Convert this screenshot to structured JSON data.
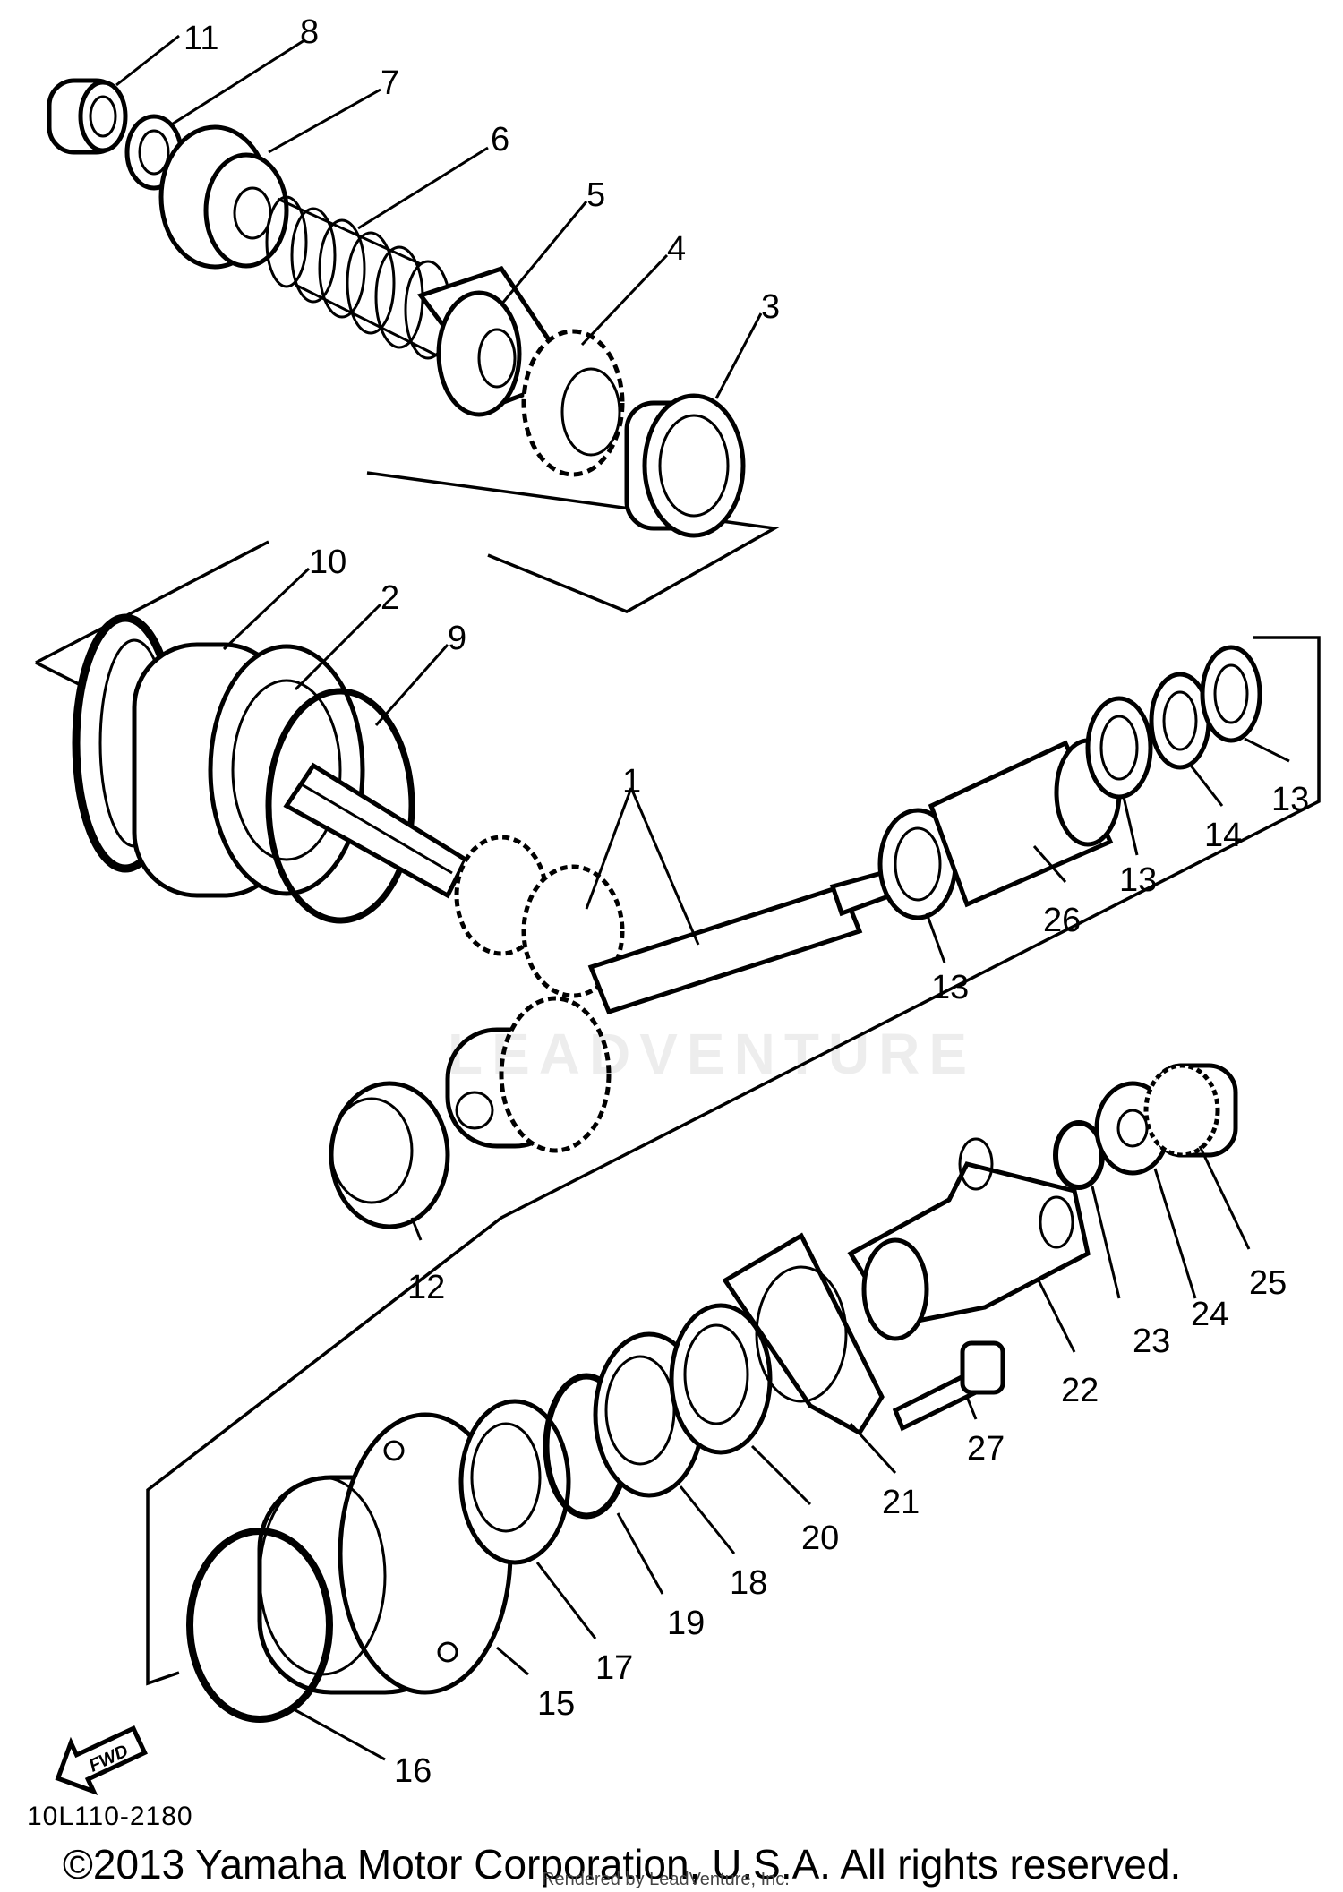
{
  "callouts": [
    "11",
    "8",
    "7",
    "6",
    "5",
    "4",
    "3",
    "10",
    "2",
    "9",
    "1",
    "13",
    "13",
    "14",
    "13",
    "26",
    "12",
    "23",
    "24",
    "25",
    "22",
    "27",
    "21",
    "20",
    "18",
    "19",
    "17",
    "15",
    "16"
  ],
  "fwd_label": "FWD",
  "diagram_code": "10L110-2180",
  "copyright": "©2013 Yamaha Motor Corporation, U.S.A. All rights reserved.",
  "watermark_small": "Rendered by LeadVenture, Inc.",
  "watermark_brand": "LEADVENTURE"
}
